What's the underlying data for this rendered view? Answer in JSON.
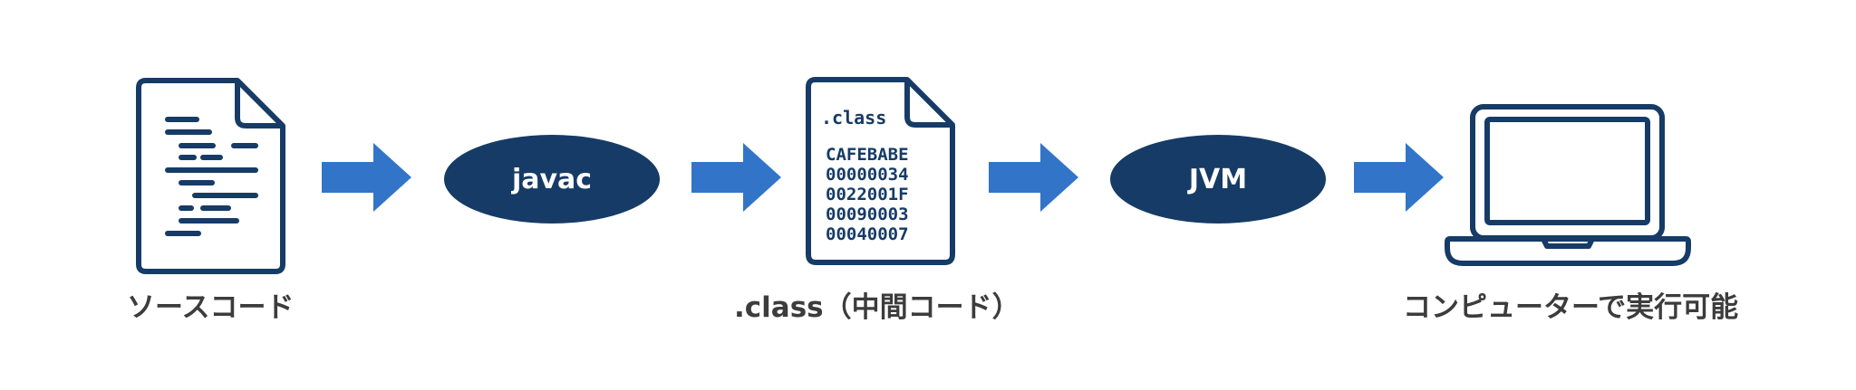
{
  "colors": {
    "navy": "#163b66",
    "arrow_blue": "#3275c8",
    "caption_gray": "#3c3c3c",
    "background": "#ffffff"
  },
  "steps": {
    "source": {
      "caption": "ソースコード",
      "icon": "source-document-icon"
    },
    "compiler": {
      "label": "javac"
    },
    "bytecode": {
      "caption": ".class（中間コード）",
      "icon": "class-file-icon",
      "file_label": ".class",
      "hex_lines": [
        "CAFEBABE",
        "00000034",
        "0022001F",
        "00090003",
        "00040007"
      ]
    },
    "runtime": {
      "label": "JVM"
    },
    "execution": {
      "caption": "コンピューターで実行可能",
      "icon": "laptop-icon"
    }
  },
  "arrows": [
    "arrow-right-icon",
    "arrow-right-icon",
    "arrow-right-icon",
    "arrow-right-icon"
  ]
}
